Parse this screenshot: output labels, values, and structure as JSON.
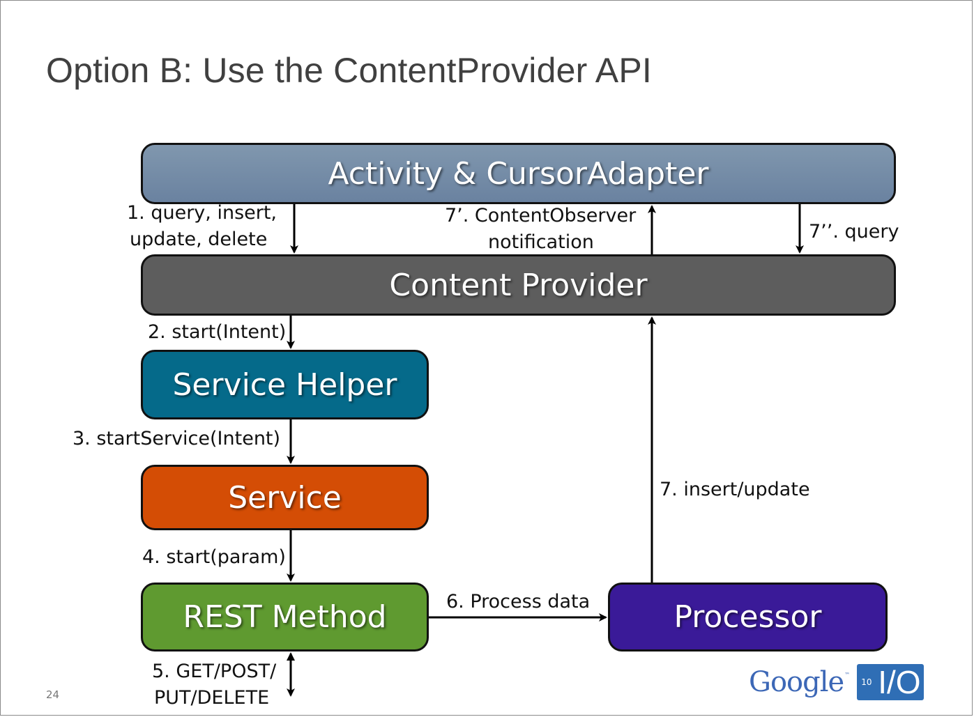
{
  "title": "Option B: Use the ContentProvider API",
  "page_number": "24",
  "boxes": {
    "activity": "Activity & CursorAdapter",
    "provider": "Content Provider",
    "helper": "Service Helper",
    "service": "Service",
    "rest": "REST Method",
    "processor": "Processor"
  },
  "labels": {
    "step1_line1": "1. query, insert,",
    "step1_line2": "update, delete",
    "step7p_line1": "7’. ContentObserver",
    "step7p_line2": "notification",
    "step7pp": "7’’. query",
    "step2": "2. start(Intent)",
    "step3": "3. startService(Intent)",
    "step4": "4. start(param)",
    "step5_line1": "5. GET/POST/",
    "step5_line2": "PUT/DELETE",
    "step6": "6. Process data",
    "step7": "7. insert/update"
  },
  "logo": {
    "text": "Google",
    "tm": "™",
    "year": "10",
    "io": "I/O"
  },
  "colors": {
    "activity": "#7088a3",
    "provider": "#5d5d5d",
    "helper": "#056a8a",
    "service": "#d44d05",
    "rest": "#5f9a30",
    "processor": "#3a1a98",
    "logo_blue": "#3c67b6"
  }
}
